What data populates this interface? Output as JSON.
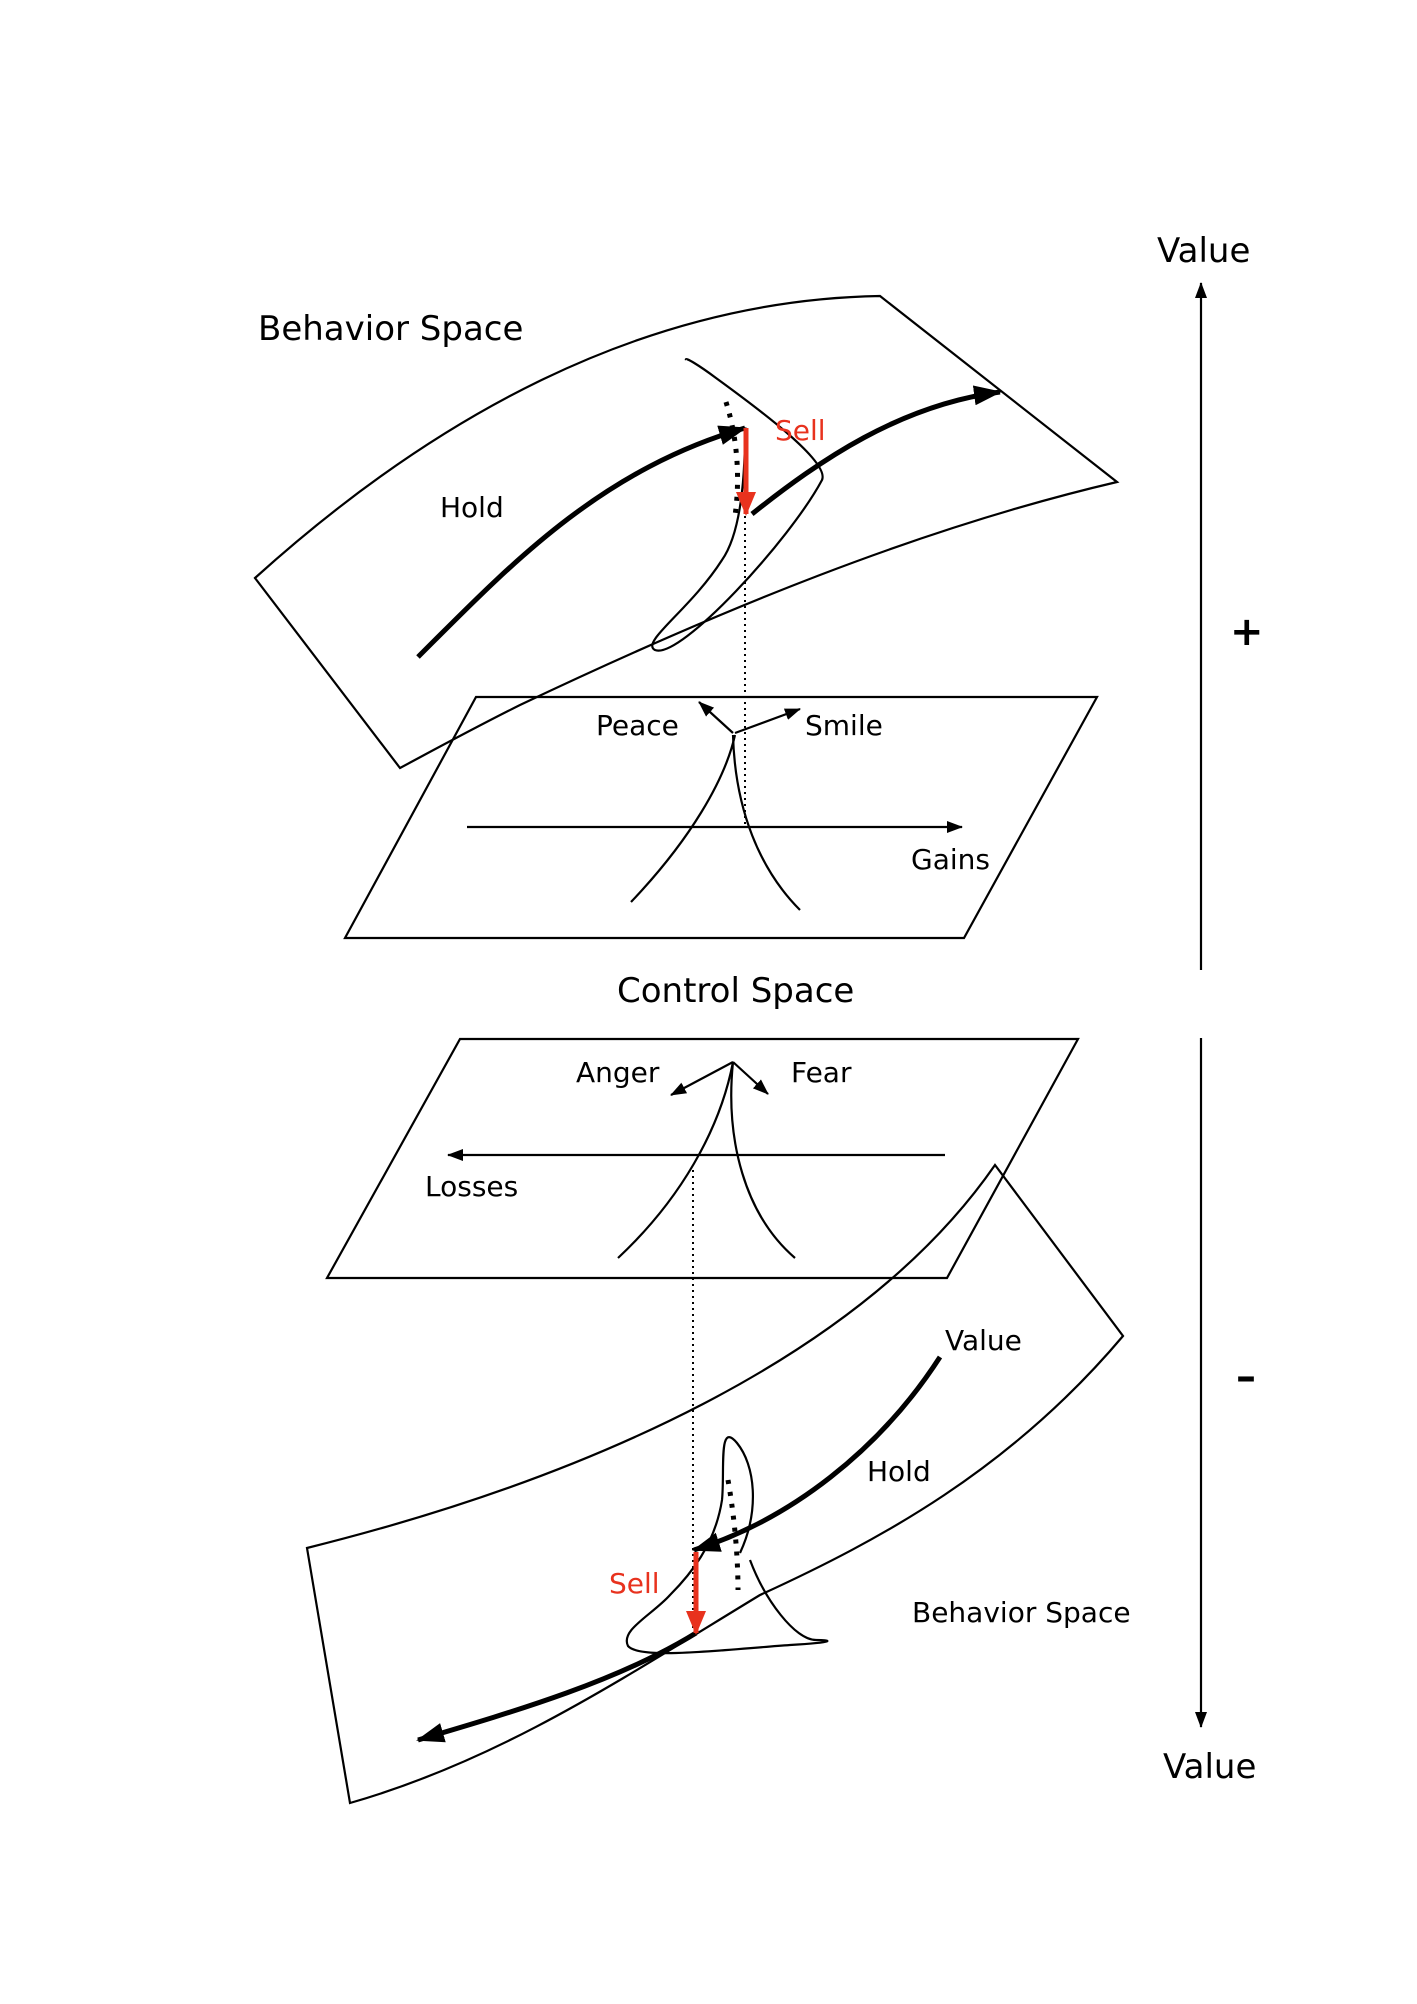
{
  "upper": {
    "behavior_label": "Behavior Space",
    "hold_label": "Hold",
    "sell_label": "Sell",
    "peace_label": "Peace",
    "smile_label": "Smile",
    "gains_label": "Gains"
  },
  "control_label": "Control Space",
  "lower": {
    "anger_label": "Anger",
    "fear_label": "Fear",
    "losses_label": "Losses",
    "value_label": "Value",
    "hold_label": "Hold",
    "sell_label": "Sell",
    "behavior_label": "Behavior Space"
  },
  "axis": {
    "top_label": "Value",
    "plus_sign": "+",
    "minus_sign": "–",
    "bottom_label": "Value"
  },
  "colors": {
    "sell": "#e8321e",
    "line": "#000000"
  }
}
